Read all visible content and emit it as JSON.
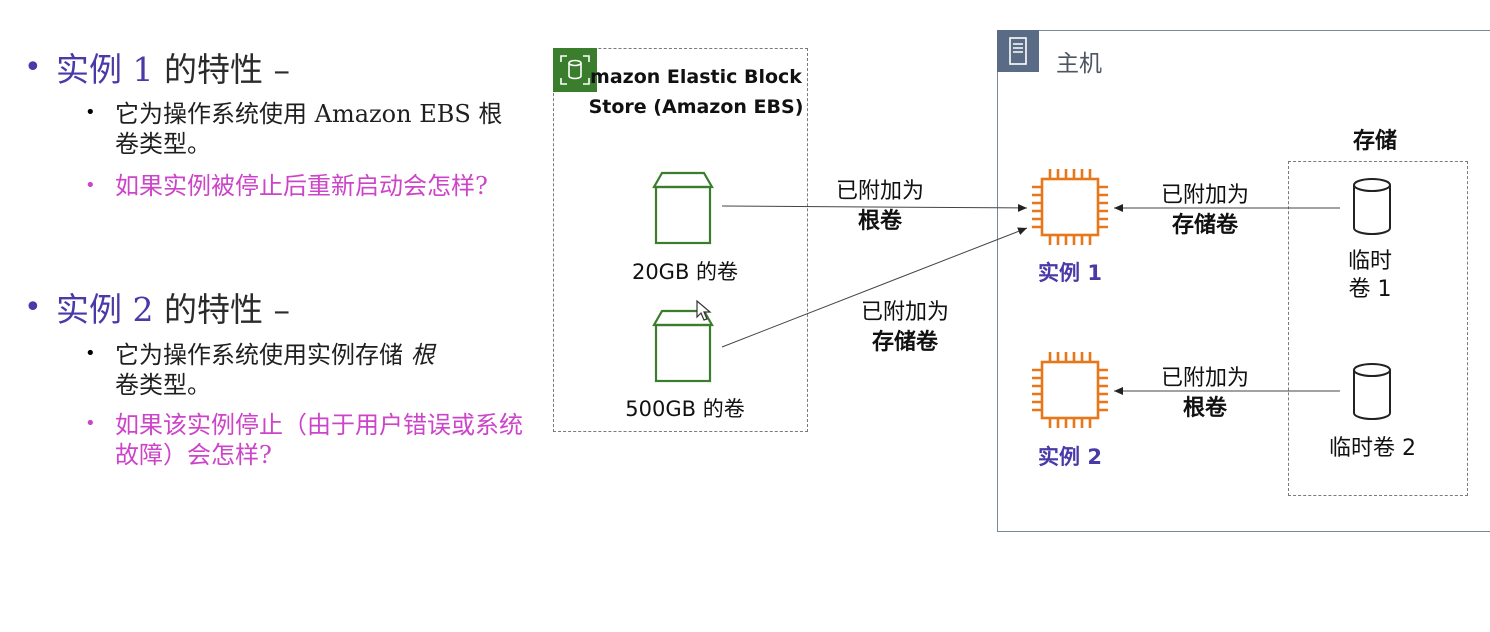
{
  "instance1": {
    "heading_hl": "实例 1",
    "heading_rest": " 的特性 –",
    "point1": "它为操作系统使用 Amazon EBS 根卷类型。",
    "question": "如果实例被停止后重新启动会怎样?"
  },
  "instance2": {
    "heading_hl": "实例 2",
    "heading_rest": " 的特性 –",
    "point1_a": "它为操作系统使用",
    "point1_b": "实例存储 ",
    "point1_c": "根",
    "point1_d": "卷类型。",
    "question": "如果该实例停止（由于用户错误或系统故障）会怎样?"
  },
  "ebs": {
    "title_line1": "mazon Elastic Block",
    "title_line2": "Store (Amazon EBS)",
    "vol1": "20GB 的卷",
    "vol2": "500GB 的卷"
  },
  "arrows": {
    "a1_line1": "已附加为",
    "a1_line2": "根卷",
    "a2_line1": "已附加为",
    "a2_line2": "存储卷",
    "a3_line1": "已附加为",
    "a3_line2": "存储卷",
    "a4_line1": "已附加为",
    "a4_line2": "根卷"
  },
  "host": {
    "title": "主机",
    "inst1": "实例 1",
    "inst2": "实例 2",
    "storage_title": "存储",
    "eph1_line1": "临时",
    "eph1_line2": "卷 1",
    "eph2": "临时卷 2"
  },
  "colors": {
    "accent": "#4a3aa8",
    "question": "#cc44c8",
    "ebs_green": "#3a7d2c",
    "ec2_orange": "#e8761b",
    "host_gray": "#5a6b85"
  }
}
